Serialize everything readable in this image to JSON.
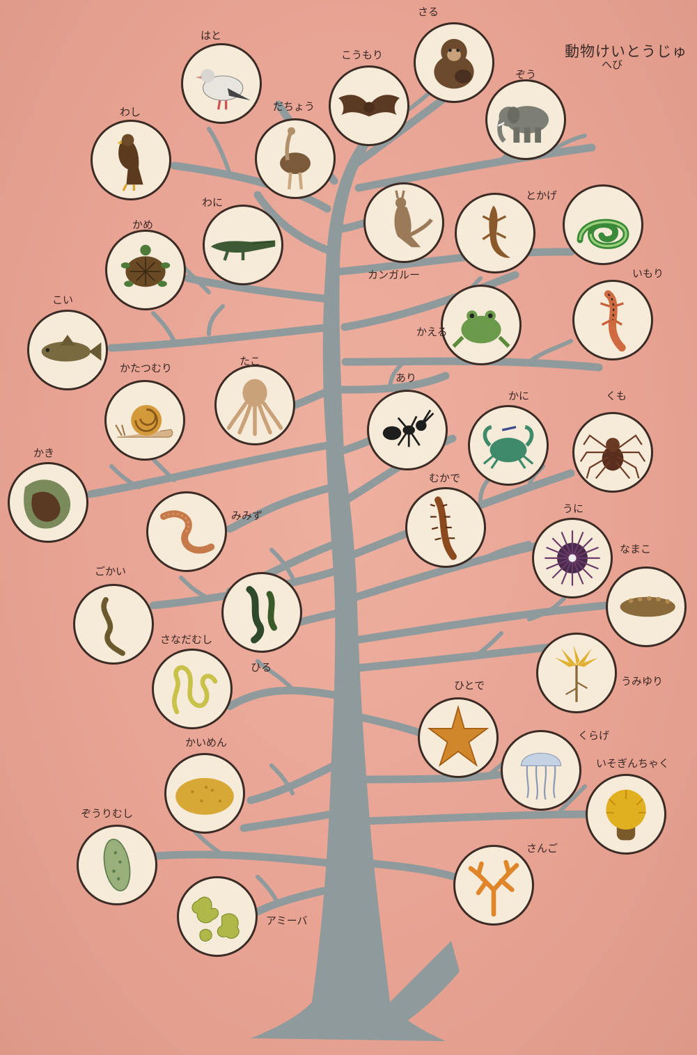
{
  "title": "動物けいとうじゅ",
  "animals": [
    {
      "id": "saru",
      "label": "さる",
      "icon": "monkey-icon"
    },
    {
      "id": "hato",
      "label": "はと",
      "icon": "pigeon-icon"
    },
    {
      "id": "koumori",
      "label": "こうもり",
      "icon": "bat-icon"
    },
    {
      "id": "zou",
      "label": "ぞう",
      "icon": "elephant-icon"
    },
    {
      "id": "washi",
      "label": "わし",
      "icon": "eagle-icon"
    },
    {
      "id": "dachou",
      "label": "だちょう",
      "icon": "ostrich-icon"
    },
    {
      "id": "hebi",
      "label": "へび",
      "icon": "snake-icon"
    },
    {
      "id": "wani",
      "label": "わに",
      "icon": "crocodile-icon"
    },
    {
      "id": "tokage",
      "label": "とかげ",
      "icon": "lizard-icon"
    },
    {
      "id": "kame",
      "label": "かめ",
      "icon": "turtle-icon"
    },
    {
      "id": "kangaroo",
      "label": "カンガルー",
      "icon": "kangaroo-icon"
    },
    {
      "id": "imori",
      "label": "いもり",
      "icon": "newt-icon"
    },
    {
      "id": "koi",
      "label": "こい",
      "icon": "carp-icon"
    },
    {
      "id": "kaeru",
      "label": "かえる",
      "icon": "frog-icon"
    },
    {
      "id": "katatsumuri",
      "label": "かたつむり",
      "icon": "snail-icon"
    },
    {
      "id": "tako",
      "label": "たこ",
      "icon": "octopus-icon"
    },
    {
      "id": "ari",
      "label": "あり",
      "icon": "ant-icon"
    },
    {
      "id": "kani",
      "label": "かに",
      "icon": "crab-icon"
    },
    {
      "id": "kumo",
      "label": "くも",
      "icon": "spider-icon"
    },
    {
      "id": "kaki",
      "label": "かき",
      "icon": "oyster-icon"
    },
    {
      "id": "mukade",
      "label": "むかで",
      "icon": "centipede-icon"
    },
    {
      "id": "mimizu",
      "label": "みみず",
      "icon": "earthworm-icon"
    },
    {
      "id": "uni",
      "label": "うに",
      "icon": "sea-urchin-icon"
    },
    {
      "id": "namako",
      "label": "なまこ",
      "icon": "sea-cucumber-icon"
    },
    {
      "id": "gokai",
      "label": "ごかい",
      "icon": "ragworm-icon"
    },
    {
      "id": "sanadamushi",
      "label": "さなだむし",
      "icon": "tapeworm-icon"
    },
    {
      "id": "hiru",
      "label": "ひる",
      "icon": "leech-icon"
    },
    {
      "id": "umiyuri",
      "label": "うみゆり",
      "icon": "sea-lily-icon"
    },
    {
      "id": "hitode",
      "label": "ひとで",
      "icon": "starfish-icon"
    },
    {
      "id": "kaimen",
      "label": "かいめん",
      "icon": "sponge-icon"
    },
    {
      "id": "kurage",
      "label": "くらげ",
      "icon": "jellyfish-icon"
    },
    {
      "id": "isoginchaku",
      "label": "いそぎんちゃく",
      "icon": "sea-anemone-icon"
    },
    {
      "id": "zouirimushi",
      "label": "ぞうりむし",
      "icon": "paramecium-icon"
    },
    {
      "id": "sango",
      "label": "さんご",
      "icon": "coral-icon"
    },
    {
      "id": "amiiba",
      "label": "アミーバ",
      "icon": "amoeba-icon"
    }
  ]
}
